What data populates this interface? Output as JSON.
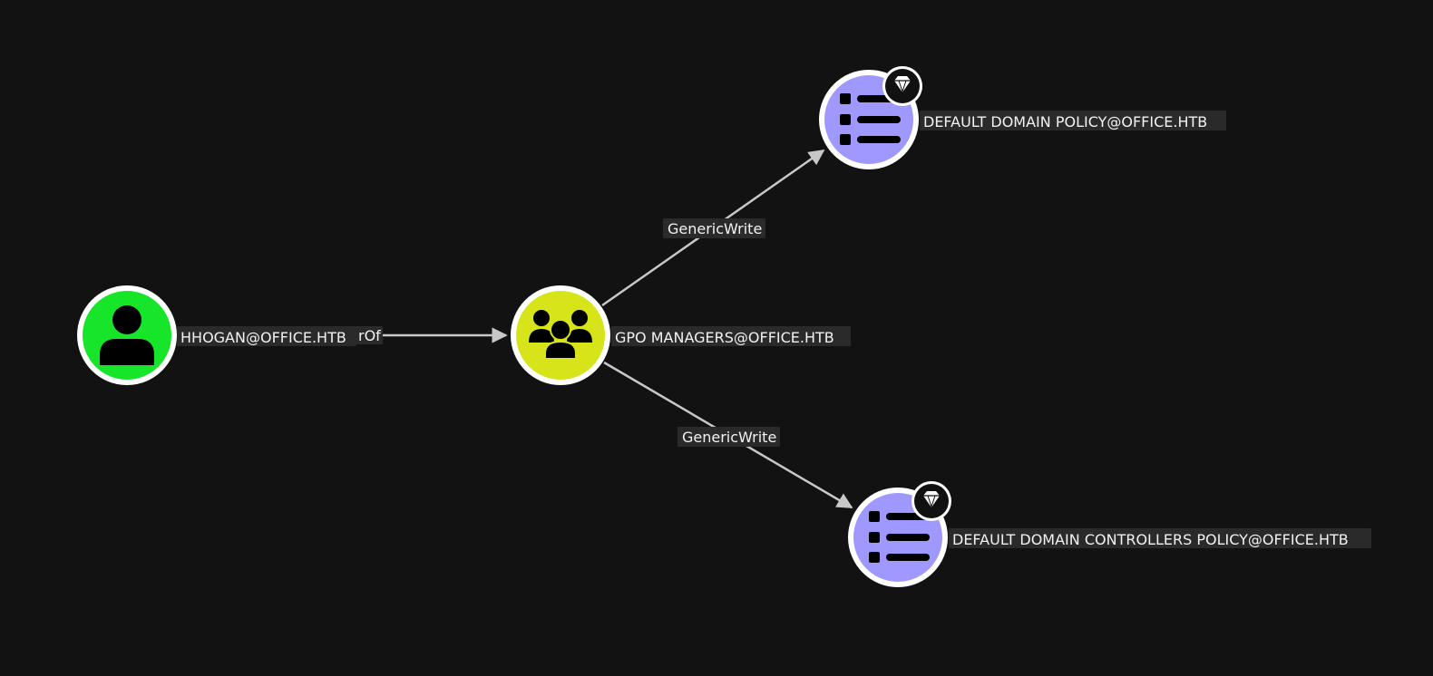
{
  "graph": {
    "background": "#121212",
    "nodes": [
      {
        "id": "hhogan",
        "label": "HHOGAN@OFFICE.HTB",
        "kind": "user",
        "color": "#17e52a",
        "icon": "user-icon",
        "badge": ""
      },
      {
        "id": "gpo-managers",
        "label": "GPO MANAGERS@OFFICE.HTB",
        "kind": "group",
        "color": "#d6e419",
        "icon": "group-icon",
        "badge": ""
      },
      {
        "id": "default-domain-policy",
        "label": "DEFAULT DOMAIN POLICY@OFFICE.HTB",
        "kind": "gpo",
        "color": "#9f99ff",
        "icon": "list-icon",
        "badge": "gem-icon"
      },
      {
        "id": "default-dc-policy",
        "label": "DEFAULT DOMAIN CONTROLLERS POLICY@OFFICE.HTB",
        "kind": "gpo",
        "color": "#9f99ff",
        "icon": "list-icon",
        "badge": "gem-icon"
      }
    ],
    "edges": [
      {
        "id": "e1",
        "from": "hhogan",
        "to": "gpo-managers",
        "label": "rOf"
      },
      {
        "id": "e2",
        "from": "gpo-managers",
        "to": "default-domain-policy",
        "label": "GenericWrite"
      },
      {
        "id": "e3",
        "from": "gpo-managers",
        "to": "default-dc-policy",
        "label": "GenericWrite"
      }
    ],
    "edge_color": "#c8c8c8"
  }
}
